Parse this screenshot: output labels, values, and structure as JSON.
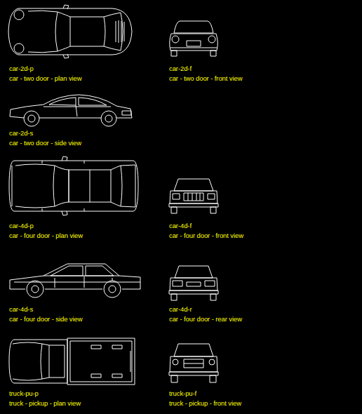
{
  "diagram": {
    "labels": [
      "car-2d-p",
      "car - two door - plan view",
      "car-2d-f",
      "car - two door - front view",
      "car-2d-s",
      "car - two door - side view",
      "car-4d-p",
      "car - four door - plan view",
      "car-4d-f",
      "car - four door - front view",
      "car-4d-s",
      "car - four door - side view",
      "car-4d-r",
      "car - four door - rear view",
      "truck-pu-p",
      "truck - pickup - plan view",
      "truck-pu-f",
      "truck - pickup - front view"
    ]
  }
}
